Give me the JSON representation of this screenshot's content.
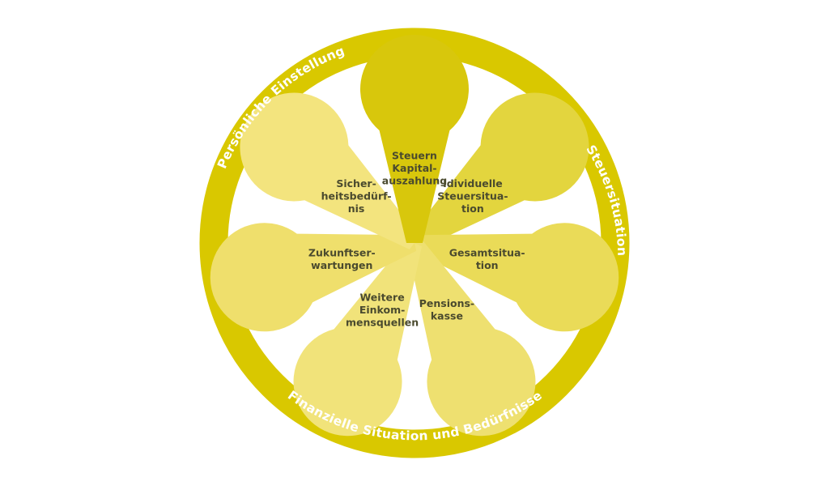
{
  "ring": {
    "color": "#d9c800",
    "labels": {
      "top_left": "Persönliche Einstellung",
      "right": "Steuersituation",
      "bottom": "Finanzielle Situation und Bedürfnisse"
    }
  },
  "petals": [
    {
      "lines": [
        "Steuern",
        "Kapital-",
        "auszahlung"
      ],
      "color": "#d8c70c"
    },
    {
      "lines": [
        "Idividuelle",
        "Steuersitua-",
        "tion"
      ],
      "color": "#e3d53e"
    },
    {
      "lines": [
        "Gesamtsitua-",
        "tion"
      ],
      "color": "#eadb58"
    },
    {
      "lines": [
        "Pensions-",
        "kasse"
      ],
      "color": "#eee070"
    },
    {
      "lines": [
        "Weitere",
        "Einkom-",
        "mensquellen"
      ],
      "color": "#f1e37a"
    },
    {
      "lines": [
        "Zukunftser-",
        "wartungen"
      ],
      "color": "#efdf6c"
    },
    {
      "lines": [
        "Sicher-",
        "heitsbedürf-",
        "nis"
      ],
      "color": "#f3e47e"
    }
  ]
}
